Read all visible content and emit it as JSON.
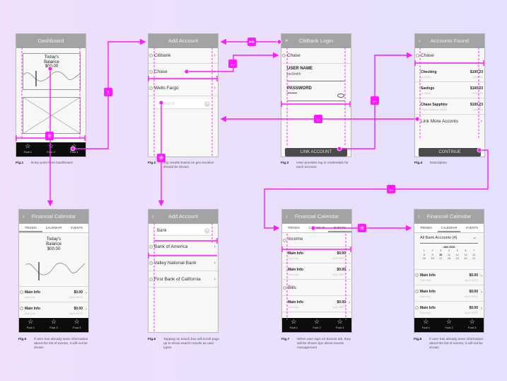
{
  "accent_color": "#ff1aff",
  "footer": [
    "Foot 1",
    "Foot 2",
    "Foot 3"
  ],
  "fig1": {
    "title": "Dashboard",
    "balance_lines": [
      "Today's",
      "Balance",
      "$00.00"
    ],
    "caption_label": "Fig.1",
    "caption": "Entry point from Dashboard"
  },
  "fig2": {
    "title": "Add Account",
    "banks": [
      "Citibank",
      "Chase",
      "Wells Fargo"
    ],
    "search_placeholder": "Search",
    "caption_label": "Fig.2",
    "caption": "Top results based on geo location should be shown"
  },
  "fig3": {
    "title": "CitiBank Login",
    "bank": "Chase",
    "username_label": "USER NAME",
    "username_value": "jonSmith",
    "password_label": "PASSWORD",
    "password_value": "••••••••",
    "button": "LINK ACCOUNT",
    "caption_label": "Fig.3",
    "caption": "User provides log in credentials for each account"
  },
  "fig4": {
    "title": "Accounts Found",
    "bank": "Chase",
    "accounts": [
      {
        "name": "Checking",
        "sub": "(x-4321)",
        "amount": "$100.23",
        "status": "LINKED"
      },
      {
        "name": "Savings",
        "sub": "(x-4004)",
        "amount": "$100.23",
        "status": "ERROR"
      },
      {
        "name": "Chase Sapphire",
        "sub": "VISA Credit (x-4004)",
        "amount": "$100.23",
        "status": "LINKED"
      }
    ],
    "link_more": "Link More Acconts",
    "button": "CONTINUE",
    "caption_label": "Fig.4",
    "caption": "Description"
  },
  "fig5": {
    "title": "Financial Calendar",
    "tabs": [
      "TRENDS",
      "CALENDAR",
      "EVENTS"
    ],
    "balance_lines": [
      "Today's",
      "Balance",
      "$00.00"
    ],
    "items": [
      {
        "main": "Main Info",
        "sub": "Sub Info",
        "amount": "$0.00",
        "aux": "AUX INFO"
      },
      {
        "main": "Main Info",
        "sub": "Sub Info",
        "amount": "$0.00",
        "aux": "AUX INFO"
      }
    ],
    "caption_label": "Fig.5",
    "caption": "If user has already seen information about the list of events, it will not be shown"
  },
  "fig6": {
    "title": "Add Account",
    "search_value": "Bank",
    "banks": [
      "Bank of America",
      "Valley National Bank",
      "First Bank of California"
    ],
    "caption_label": "Fig.6",
    "caption": "Tapping on seach box will scroll page up to show search results as user types"
  },
  "fig7": {
    "title": "Financial Calendar",
    "tabs": [
      "TRENDS",
      "CALENDAR",
      "EVENTS"
    ],
    "group1": "Income",
    "group2": "Bills",
    "items": [
      {
        "main": "Main Info",
        "sub": "Sub Info",
        "amount": "$0.00",
        "aux": "AUX INFO"
      },
      {
        "main": "Main Info",
        "sub": "Sub Info",
        "amount": "$0.00",
        "aux": "AUX INFO"
      },
      {
        "main": "Main Info",
        "sub": "Sub Info",
        "amount": "$0.00",
        "aux": "AUX INFO"
      }
    ],
    "caption_label": "Fig.7",
    "caption": "When user taps on Events tab, they will be shown tips about events management"
  },
  "fig8": {
    "title": "Financial Calendar",
    "tabs": [
      "TRENDS",
      "CALENDAR",
      "EVENTS"
    ],
    "dropdown": "All Bank Accounts (4)",
    "month": "JAN 2016",
    "weeks": [
      [
        "1",
        "2",
        "3",
        "4",
        "5",
        "6",
        "7"
      ],
      [
        "8",
        "9",
        "10",
        "11",
        "12",
        "13",
        "14"
      ],
      [
        "15",
        "16",
        "17",
        "18",
        "19",
        "20",
        "21"
      ]
    ],
    "selected_day": "10",
    "items": [
      {
        "main": "Main Info",
        "sub": "Sub Info",
        "amount": "$0.00",
        "aux": "AUX INFO"
      },
      {
        "main": "Main Info",
        "sub": "Sub Info",
        "amount": "$0.00",
        "aux": "AUX INFO"
      },
      {
        "main": "Main Info",
        "sub": "Sub Info",
        "amount": "$0.00",
        "aux": "AUX INFO"
      }
    ],
    "caption_label": "Fig.8",
    "caption": "If user has already seen information about the list of events, it will not be shown"
  }
}
